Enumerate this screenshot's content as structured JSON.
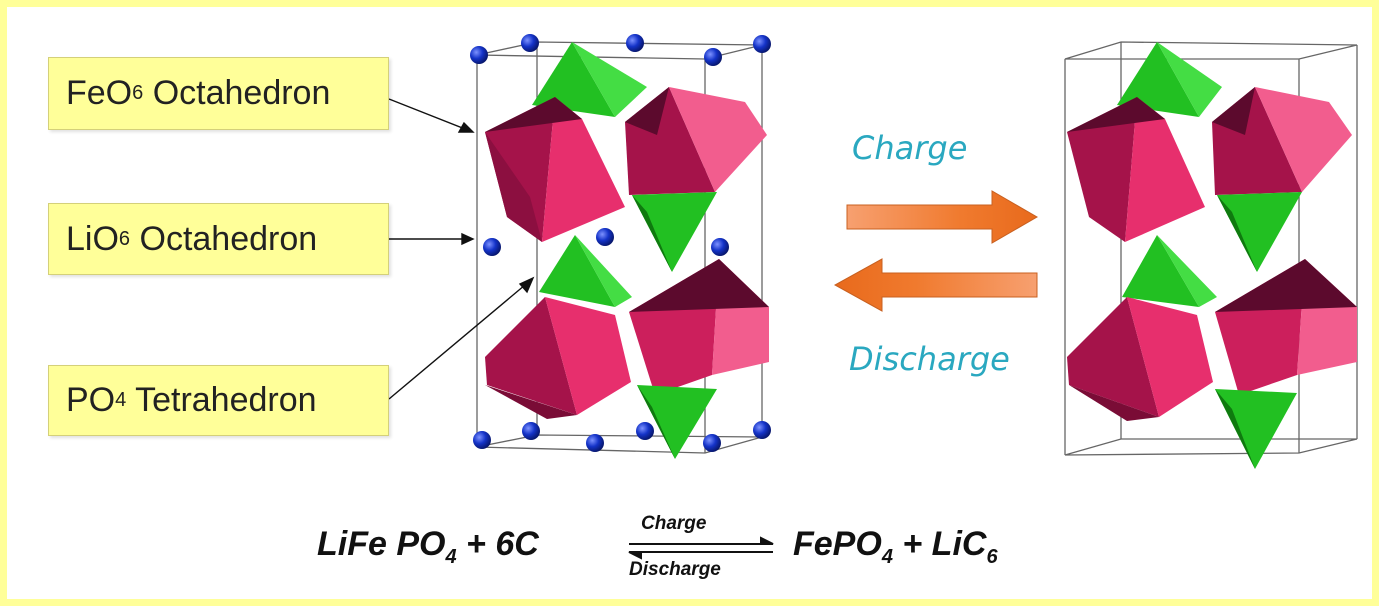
{
  "labels": {
    "feo6_prefix": "FeO",
    "feo6_sub": "6",
    "feo6_suffix": " Octahedron",
    "lio6_prefix": "LiO",
    "lio6_sub": "6",
    "lio6_suffix": " Octahedron",
    "po4_prefix": "PO",
    "po4_sub": "4",
    "po4_suffix": " Tetrahedron"
  },
  "process": {
    "charge": "Charge",
    "discharge": "Discharge"
  },
  "equation": {
    "left_a": "LiFe PO",
    "left_a_sub": "4",
    "left_b": " + 6C",
    "arrow_top": "Charge",
    "arrow_bottom": "Discharge",
    "right_a": "FePO",
    "right_a_sub": "4",
    "right_b": " + LiC",
    "right_b_sub": "6"
  },
  "colors": {
    "background": "#ffff99",
    "label_box": "#ffff99",
    "octahedron": "#cc1f5c",
    "octahedron_dark": "#7a0c36",
    "octahedron_light": "#f25d8e",
    "tetrahedron": "#22c022",
    "tetrahedron_dark": "#0f7a0f",
    "lithium_atom": "#1433c8",
    "arrow_orange": "#f0782a",
    "process_text": "#2aa8c0"
  }
}
